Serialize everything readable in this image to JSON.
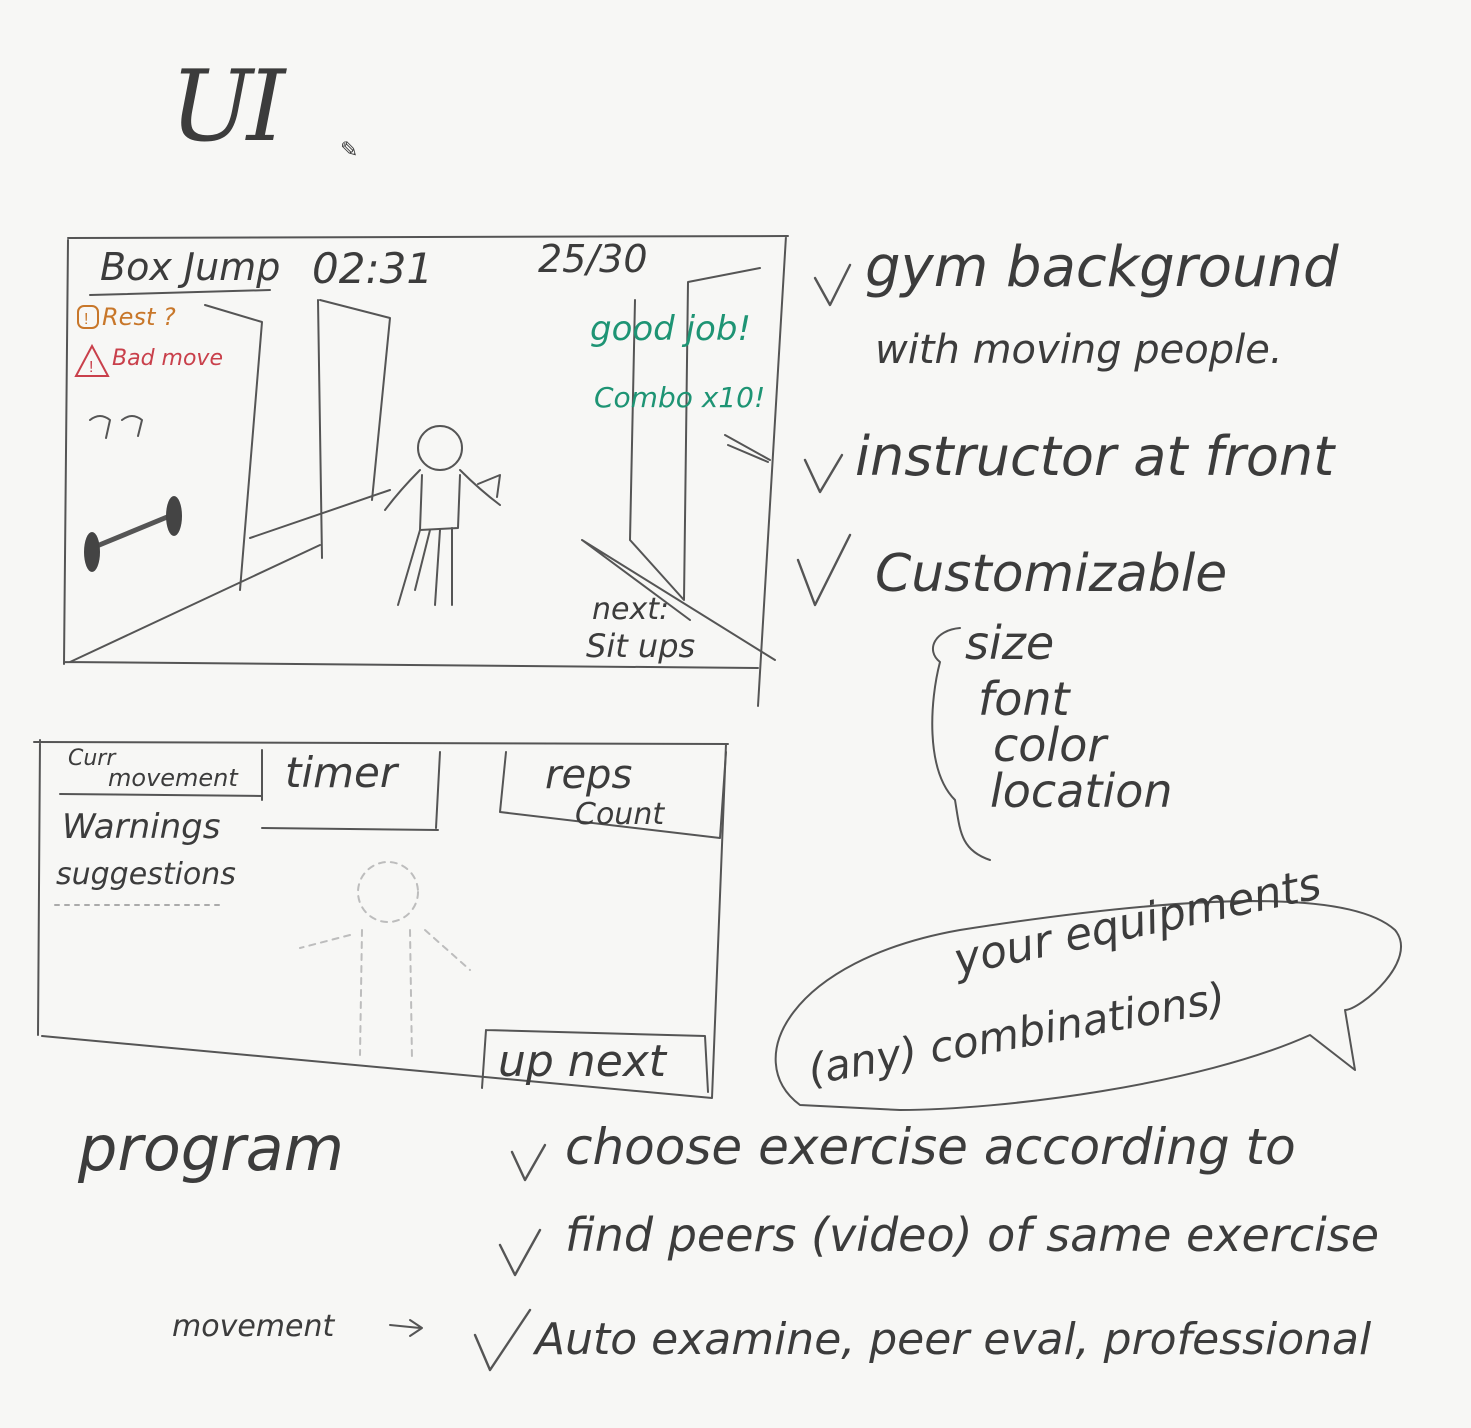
{
  "title": "UI",
  "mockup1": {
    "exercise": "Box Jump",
    "timer": "02:31",
    "reps": "25/30",
    "warning_rest": "Rest ?",
    "warning_bad": "Bad move",
    "praise_line1": "good job!",
    "praise_line2": "Combo x10!",
    "next_label": "next:",
    "next_exercise": "Sit ups",
    "colors": {
      "orange": "#c8772a",
      "red": "#c9404b",
      "green": "#1e9474"
    }
  },
  "mockup2": {
    "curr_movement": [
      "Curr",
      "movement"
    ],
    "timer": "timer",
    "reps": [
      "reps",
      "Count"
    ],
    "warnings": [
      "Warnings",
      "suggestions"
    ],
    "up_next": "up next"
  },
  "notes": {
    "gym_line1": "gym background",
    "gym_line2": "with moving people.",
    "instructor": "instructor at front",
    "customizable": "Customizable",
    "options": [
      "size",
      "font",
      "color",
      "location"
    ],
    "equipment_line1": "your equipments",
    "equipment_line2": "(any) combinations)",
    "program": "program",
    "choose": "choose exercise according to",
    "peers": "find peers (video) of same exercise",
    "movement": "movement",
    "examine": "Auto examine, peer eval, professional"
  },
  "icons": [
    "checkmark-icon",
    "warning-circle-icon",
    "warning-triangle-icon",
    "barbell-icon",
    "dumbbell-rack-icon",
    "stick-figure-icon",
    "pencil-icon"
  ]
}
